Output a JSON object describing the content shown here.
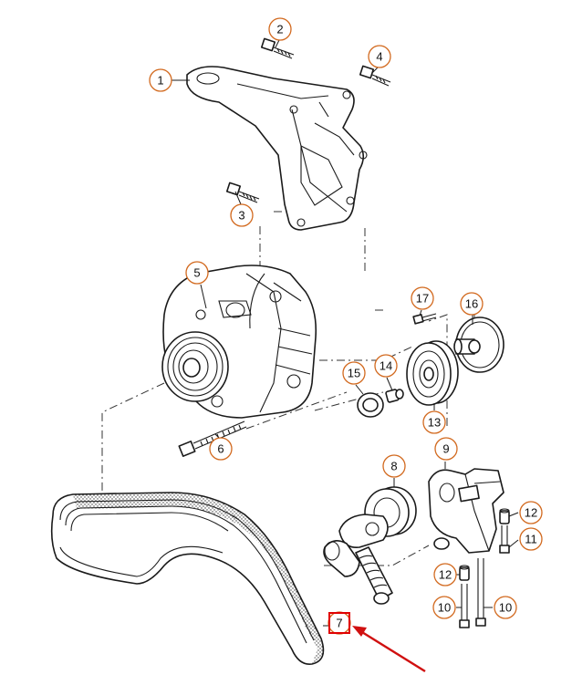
{
  "callouts": [
    {
      "id": "1",
      "label": "1"
    },
    {
      "id": "2",
      "label": "2"
    },
    {
      "id": "3",
      "label": "3"
    },
    {
      "id": "4",
      "label": "4"
    },
    {
      "id": "5",
      "label": "5"
    },
    {
      "id": "6",
      "label": "6"
    },
    {
      "id": "7",
      "label": "7"
    },
    {
      "id": "8",
      "label": "8"
    },
    {
      "id": "9",
      "label": "9"
    },
    {
      "id": "10a",
      "label": "10"
    },
    {
      "id": "10b",
      "label": "10"
    },
    {
      "id": "11",
      "label": "11"
    },
    {
      "id": "12a",
      "label": "12"
    },
    {
      "id": "12b",
      "label": "12"
    },
    {
      "id": "13",
      "label": "13"
    },
    {
      "id": "14",
      "label": "14"
    },
    {
      "id": "15",
      "label": "15"
    },
    {
      "id": "16",
      "label": "16"
    },
    {
      "id": "17",
      "label": "17"
    }
  ],
  "colors": {
    "callout_border": "#d2691e",
    "highlight_box": "#e00000",
    "arrow": "#d01010",
    "line": "#1a1a1a"
  },
  "highlight": {
    "callout": "7"
  }
}
